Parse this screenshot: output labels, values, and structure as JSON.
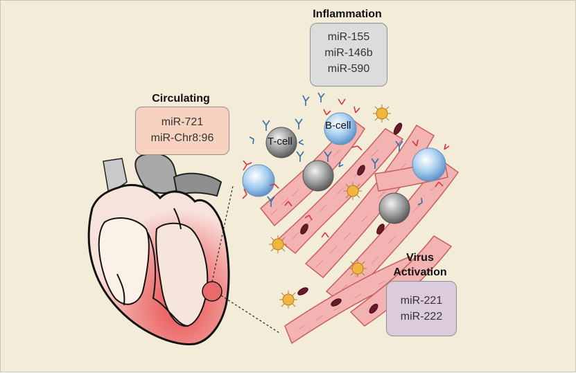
{
  "groups": {
    "inflammation": {
      "title": "Inflammation",
      "items": [
        "miR-155",
        "miR-146b",
        "miR-590"
      ],
      "color": "#dcdcdc"
    },
    "circulating": {
      "title": "Circulating",
      "items": [
        "miR-721",
        "miR-Chr8:96"
      ],
      "color": "#f7d2c0"
    },
    "virus": {
      "title_line1": "Virus",
      "title_line2": "Activation",
      "items": [
        "miR-221",
        "miR-222"
      ],
      "color": "#dccbdc"
    }
  },
  "cells": {
    "t_cell": "T-cell",
    "b_cell": "B-cell"
  },
  "colors": {
    "background": "#f3ecd9",
    "heart_tissue": "#ef7c7c",
    "myocyte": "#f4b3b3",
    "b_cell": "#9cc6ea",
    "t_cell": "#8a8a8a",
    "virus": "#f0b640",
    "antibody_red": "#d9343c",
    "antibody_blue": "#2f6ea8"
  }
}
